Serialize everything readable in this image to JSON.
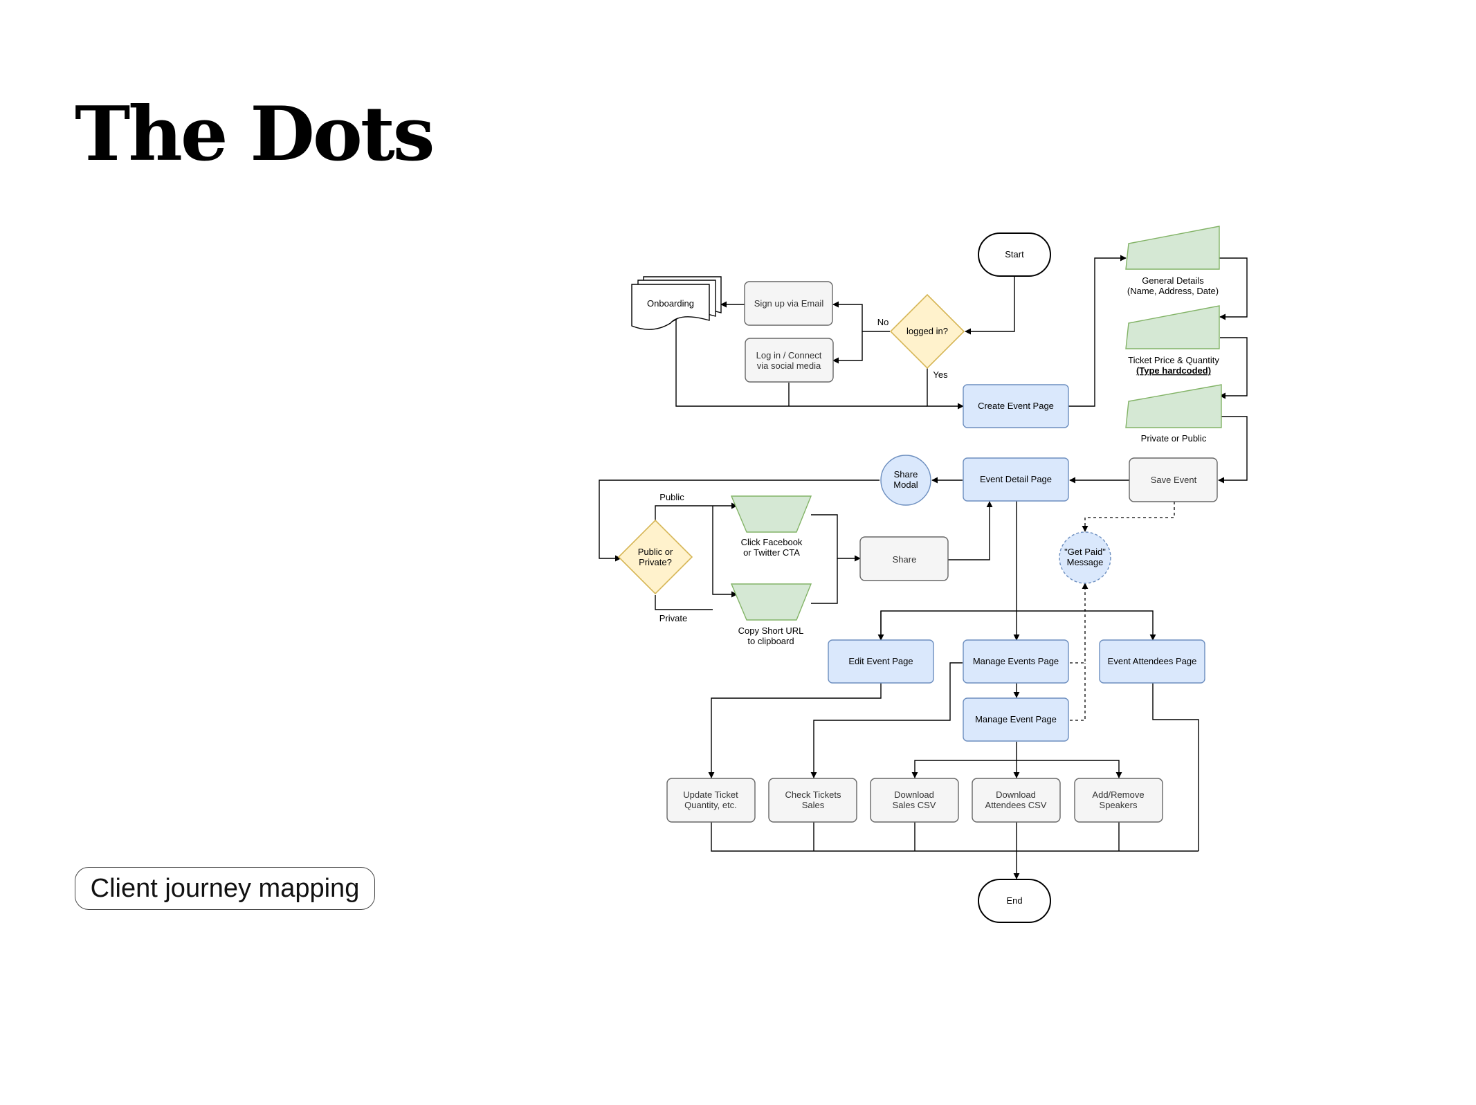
{
  "page": {
    "title": "The Dots",
    "tag": "Client journey mapping"
  },
  "colors": {
    "blue": "#dae8fc",
    "blue_stroke": "#6c8ebf",
    "green": "#d5e8d4",
    "green_stroke": "#82b366",
    "yellow": "#fff2cc",
    "yellow_stroke": "#d6b656",
    "grey": "#f5f5f5",
    "grey_stroke": "#666666"
  },
  "diagram": {
    "start": "Start",
    "end": "End",
    "onboarding": "Onboarding",
    "signup_email": "Sign up via Email",
    "login_social": [
      "Log in / Connect",
      "via social media"
    ],
    "logged_in": "logged in?",
    "edge_no": "No",
    "edge_yes": "Yes",
    "create_event": "Create Event Page",
    "general_details": [
      "General Details",
      "(Name, Address, Date)"
    ],
    "ticket_price": [
      "Ticket Price & Quantity",
      "(Type hardcoded)"
    ],
    "private_public": "Private or Public",
    "save_event": "Save Event",
    "event_detail": "Event Detail Page",
    "share_modal": [
      "Share",
      "Modal"
    ],
    "get_paid": [
      "\"Get Paid\"",
      "Message"
    ],
    "public_private_q": [
      "Public or",
      "Private?"
    ],
    "edge_public": "Public",
    "edge_private": "Private",
    "click_fb": [
      "Click Facebook",
      "or Twitter CTA"
    ],
    "copy_url": [
      "Copy Short URL",
      "to clipboard"
    ],
    "share": "Share",
    "edit_event": "Edit Event Page",
    "manage_events": "Manage Events Page",
    "event_attendees": "Event Attendees Page",
    "manage_event": "Manage Event Page",
    "update_ticket": [
      "Update Ticket",
      "Quantity, etc."
    ],
    "check_tickets": [
      "Check Tickets",
      "Sales"
    ],
    "download_sales": [
      "Download",
      "Sales CSV"
    ],
    "download_attendees": [
      "Download",
      "Attendees CSV"
    ],
    "add_remove": [
      "Add/Remove",
      "Speakers"
    ]
  }
}
